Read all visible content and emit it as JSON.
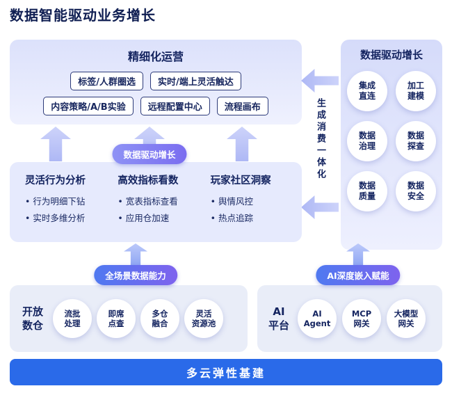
{
  "page": {
    "title": "数据智能驱动业务增长"
  },
  "refined_ops": {
    "title": "精细化运营",
    "pills": [
      "标签/人群圈选",
      "实时/端上灵活触达",
      "内容策略/A/B实验",
      "远程配置中心",
      "流程画布"
    ]
  },
  "data_growth": {
    "title": "数据驱动增长",
    "circles": [
      "集成\n直连",
      "加工\n建模",
      "数据\n治理",
      "数据\n探查",
      "数据\n质量",
      "数据\n安全"
    ]
  },
  "vertical_label": "生成消费一体化",
  "badge_mid": "数据驱动增长",
  "analysis": {
    "columns": [
      {
        "title": "灵活行为分析",
        "bullets": [
          "行为明细下钻",
          "实时多维分析"
        ]
      },
      {
        "title": "高效指标看数",
        "bullets": [
          "宽表指标查看",
          "应用仓加速"
        ]
      },
      {
        "title": "玩家社区洞察",
        "bullets": [
          "舆情风控",
          "热点追踪"
        ]
      }
    ]
  },
  "badges_bottom": [
    "全场景数据能力",
    "AI深度嵌入赋能"
  ],
  "open_warehouse": {
    "title": "开放\n数仓",
    "circles": [
      "流批\n处理",
      "即席\n点查",
      "多仓\n融合",
      "灵活\n资源池"
    ]
  },
  "ai_platform": {
    "title": "AI\n平台",
    "circles": [
      "AI\nAgent",
      "MCP\n网关",
      "大模型\n网关"
    ]
  },
  "foundation": {
    "title": "多云弹性基建"
  },
  "colors": {
    "accent_blue": "#2a6ae9",
    "navy": "#16265c",
    "panel_lavender": "#e6eafd"
  }
}
